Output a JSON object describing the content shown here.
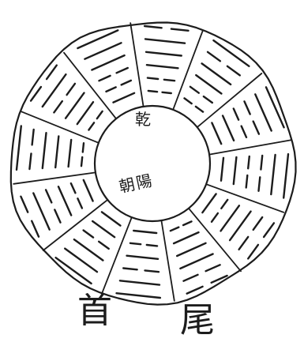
{
  "diagram": {
    "center_top_label": "乾",
    "center_bottom_label": "朝陽",
    "caption_left": "首",
    "caption_right": "尾",
    "ink_color": "#1c1c1c",
    "background_color": "#ffffff",
    "sector_count": 12,
    "lines_per_sector": 6,
    "line_style": "solid and broken strokes"
  }
}
